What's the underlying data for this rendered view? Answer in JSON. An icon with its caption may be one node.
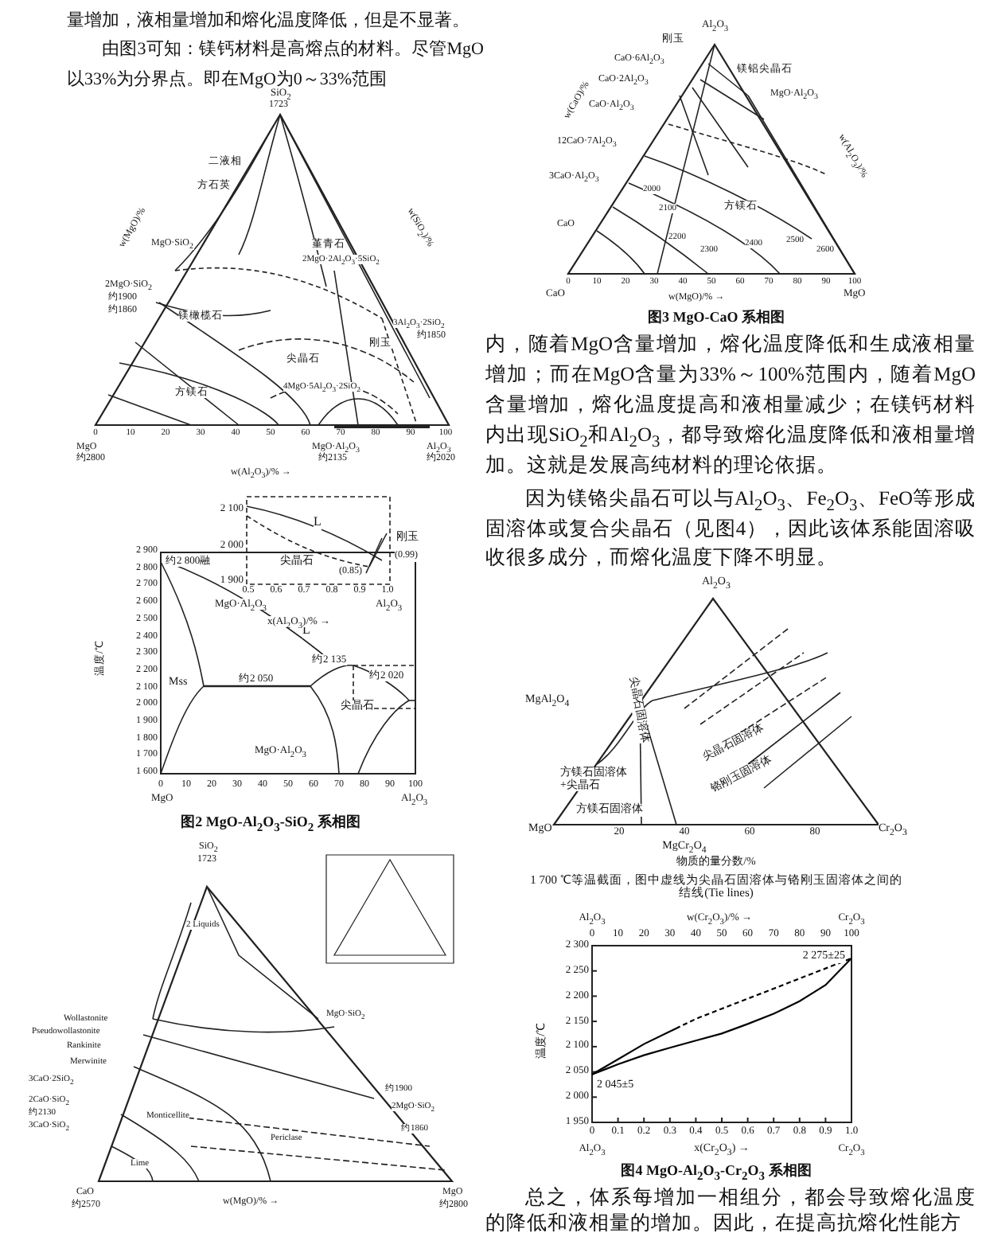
{
  "diagram": {
    "labels": [
      "量增加，液相量增加和熔化温度降低，但是不显著。",
      "由图3可知：镁钙材料是高熔点的材料。尽管MgO以33%为分界点。即在MgO为0～33%范围",
      "SiO$_{2}$",
      "1723",
      "二液相",
      "方石英",
      "MgO·SiO$_{2}$",
      "2MgO·SiO$_{2}$",
      "约1900",
      "约1860",
      "镁橄榄石",
      "堇青石",
      "2MgO·2Al$_{2}$O$_{3}$·5SiO$_{2}$",
      "尖晶石",
      "4MgO·5Al$_{2}$O$_{3}$·2SiO$_{2}$",
      "方镁石",
      "刚玉",
      "3Al$_{2}$O$_{3}$·2SiO$_{2}$",
      "约1850",
      "MgO",
      "约2800",
      "MgO·Al$_{2}$O$_{3}$",
      "约2135",
      "Al$_{2}$O$_{3}$",
      "约2020",
      "w(Al$_{2}$O$_{3}$)/% →",
      "w(MgO)/%",
      "w(SiO$_{2}$)/%",
      "0",
      "10",
      "20",
      "30",
      "40",
      "50",
      "60",
      "70",
      "80",
      "90",
      "100",
      "2 900",
      "2 800",
      "2 700",
      "2 600",
      "2 500",
      "2 400",
      "2 300",
      "2 200",
      "2 100",
      "2 000",
      "1 900",
      "1 800",
      "1 700",
      "1 600",
      "0",
      "10",
      "20",
      "30",
      "40",
      "50",
      "60",
      "70",
      "80",
      "90",
      "100",
      "MgO",
      "Al$_{2}$O$_{3}$",
      "温度/℃",
      "约2 800融",
      "L",
      "Mss",
      "约2 050",
      "约2 135",
      "约2 020",
      "尖晶石",
      "MgO·Al$_{2}$O$_{3}$",
      "2 100",
      "2 000",
      "1 900",
      "L",
      "尖晶石",
      "刚玉",
      "(0.85)",
      "(0.99)",
      "0.5",
      "0.6",
      "0.7",
      "0.8",
      "0.9",
      "1.0",
      "MgO·Al$_{2}$O$_{3}$",
      "Al$_{2}$O$_{3}$",
      "x(Al$_{2}$O$_{3}$)/% →",
      "图2 MgO-Al$_{2}$O$_{3}$-SiO$_{2}$ 系相图",
      "SiO$_{2}$",
      "1723",
      "2 Liquids",
      "Wollastonite",
      "Pseudowollastonite",
      "Rankinite",
      "Merwinite",
      "3CaO·2SiO$_{2}$",
      "2CaO·SiO$_{2}$",
      "约2130",
      "3CaO·SiO$_{2}$",
      "Monticellite",
      "Periclase",
      "Lime",
      "MgO·SiO$_{2}$",
      "2MgO·SiO$_{2}$",
      "约1900",
      "约1860",
      "CaO",
      "约2570",
      "w(MgO)/% →",
      "MgO",
      "约2800",
      "Al$_{2}$O$_{3}$",
      "刚玉",
      "CaO·6Al$_{2}$O$_{3}$",
      "镁铝尖晶石",
      "CaO·2Al$_{2}$O$_{3}$",
      "MgO·Al$_{2}$O$_{3}$",
      "CaO·Al$_{2}$O$_{3}$",
      "12CaO·7Al$_{2}$O$_{3}$",
      "3CaO·Al$_{2}$O$_{3}$",
      "方镁石",
      "CaO",
      "CaO",
      "w(MgO)/% →",
      "MgO",
      "w(CaO)/%",
      "w(Al$_{2}$O$_{3}$)/%",
      "0",
      "10",
      "20",
      "30",
      "40",
      "50",
      "60",
      "70",
      "80",
      "90",
      "100",
      "2000",
      "2100",
      "2200",
      "2300",
      "2400",
      "2500",
      "2600",
      "图3 MgO-CaO 系相图",
      "内，随着MgO含量增加，熔化温度降低和生成液相量增加；而在MgO含量为33%～100%范围内，随着MgO含量增加，熔化温度提高和液相量减少；在镁钙材料内出现SiO$_{2}$和Al$_{2}$O$_{3}$，都导致熔化温度降低和液相量增加。这就是发展高纯材料的理论依据。",
      "因为镁铬尖晶石可以与Al$_{2}$O$_{3}$、Fe$_{2}$O$_{3}$、FeO等形成固溶体或复合尖晶石（见图4），因此该体系能固溶吸收很多成分，而熔化温度下降不明显。",
      "Al$_{2}$O$_{3}$",
      "MgAl$_{2}$O$_{4}$",
      "尖晶石固溶体",
      "铬刚玉固溶体",
      "尖晶石固溶体",
      "方镁石固溶体+尖晶石",
      "方镁石固溶体",
      "MgO",
      "MgCr$_{2}$O$_{4}$",
      "Cr$_{2}$O$_{3}$",
      "20",
      "40",
      "60",
      "80",
      "物质的量分数/%",
      "1 700 ℃等温截面，图中虚线为尖晶石固溶体与铬刚玉固溶体之间的结线(Tie lines)",
      "Al$_{2}$O$_{3}$",
      "w(Cr$_{2}$O$_{3}$)/% →",
      "Cr$_{2}$O$_{3}$",
      "0",
      "10",
      "20",
      "30",
      "40",
      "50",
      "60",
      "70",
      "80",
      "90",
      "100",
      "Al$_{2}$O$_{3}$",
      "Cr$_{2}$O$_{3}$",
      "图4 MgO-Al$_{2}$O$_{3}$-Cr$_{2}$O$_{3}$ 系相图",
      "总之，体系每增加一相组分，都会导致熔化温度的降低和液相量的增加。因此，在提高抗熔化性能方"
    ],
    "chart_data": {
      "type": "line",
      "xlabel": "x(Cr$_{2}$O$_{3}$) →",
      "ylabel": "温度/℃",
      "x": [
        0,
        0.1,
        0.2,
        0.3,
        0.4,
        0.5,
        0.6,
        0.7,
        0.8,
        0.9,
        1
      ],
      "series": [
        {
          "color": "#000000",
          "line_style": "dashed",
          "values": [
            2045,
            2075,
            2105,
            2130,
            2155,
            2175,
            2195,
            2215,
            2235,
            2255,
            2275
          ]
        },
        {
          "color": "#000000",
          "values": [
            2045,
            2065,
            2083,
            2098,
            2112,
            2126,
            2145,
            2165,
            2190,
            2222,
            2275
          ]
        }
      ],
      "xlim": [
        0,
        1
      ],
      "ylim": [
        1950,
        2300
      ],
      "xticks": [
        0,
        0.1,
        0.2,
        0.3,
        0.4,
        0.5,
        0.6,
        0.7,
        0.8,
        0.9,
        {
          "value": 1,
          "label": "1.0"
        }
      ],
      "yticks": [
        {
          "value": 1950,
          "label": "1 950"
        },
        {
          "value": 2000,
          "label": "2 000"
        },
        {
          "value": 2050,
          "label": "2 050"
        },
        {
          "value": 2100,
          "label": "2 100"
        },
        {
          "value": 2150,
          "label": "2 150"
        },
        {
          "value": 2200,
          "label": "2 200"
        },
        {
          "value": 2250,
          "label": "2 250"
        },
        {
          "value": 2300,
          "label": "2 300"
        }
      ],
      "annotations": [
        "2 275±25",
        "2 045±5"
      ]
    }
  }
}
